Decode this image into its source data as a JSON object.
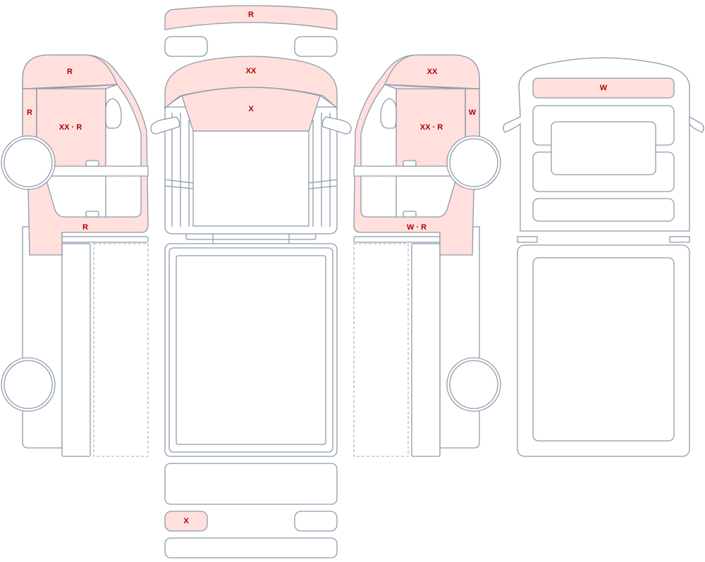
{
  "colors": {
    "damage_fill": "#ffe0dc",
    "outline": "#8e9aab",
    "label": "#b00000"
  },
  "labels": {
    "roof_front": "R",
    "left_upper_front": "R",
    "left_pillar": "R",
    "left_door": "XX · R",
    "left_lower": "R",
    "hood": "XX",
    "windshield": "X",
    "right_upper_front": "XX",
    "right_pillar": "W",
    "right_door": "XX · R",
    "right_lower": "W · R",
    "rear_window": "W",
    "bottom_small": "X"
  }
}
